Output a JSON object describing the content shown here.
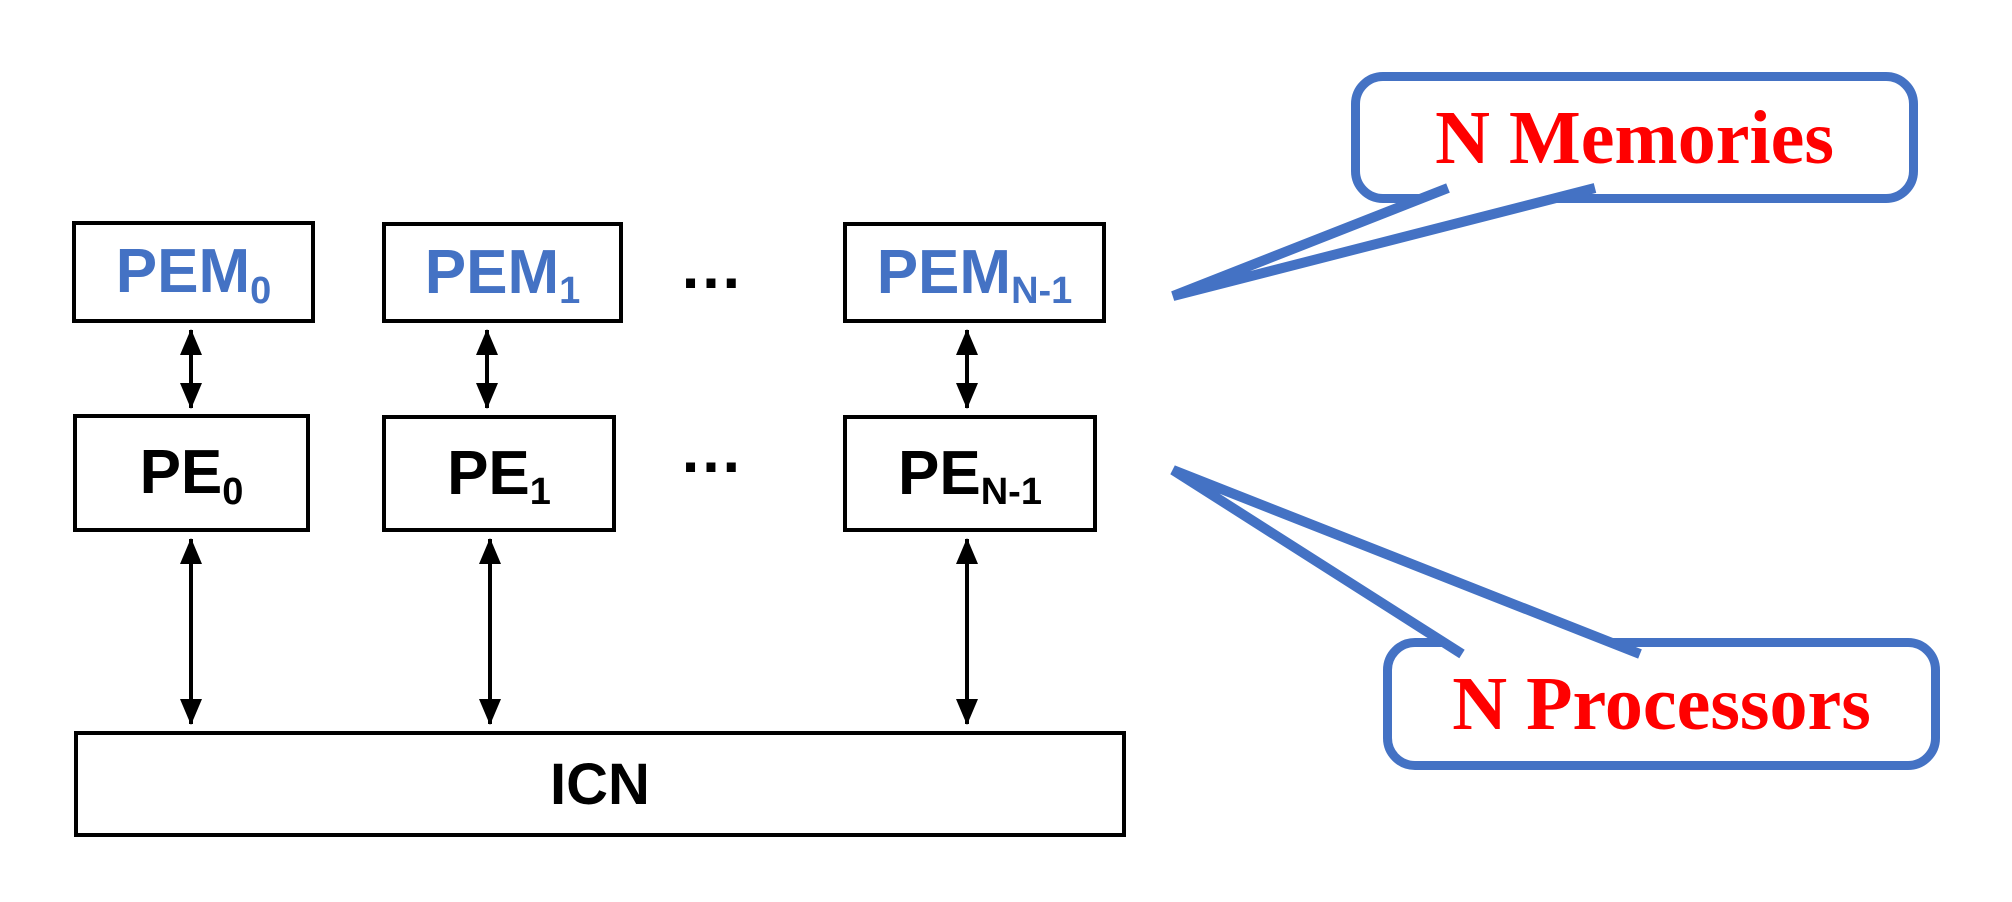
{
  "diagram": {
    "title_none": "",
    "boxes": {
      "pem0": {
        "main": "PEM",
        "sub": "0"
      },
      "pem1": {
        "main": "PEM",
        "sub": "1"
      },
      "pemN": {
        "main": "PEM",
        "sub": "N-1"
      },
      "pe0": {
        "main": "PE",
        "sub": "0"
      },
      "pe1": {
        "main": "PE",
        "sub": "1"
      },
      "peN": {
        "main": "PE",
        "sub": "N-1"
      },
      "icn": {
        "label": "ICN"
      }
    },
    "ellipsis": {
      "pem_row": "…",
      "pe_row": "…"
    },
    "callouts": {
      "memories": {
        "label": "N Memories"
      },
      "processors": {
        "label": "N Processors"
      }
    },
    "colors": {
      "node_text_blue": "#4472C4",
      "callout_border_blue": "#4472C4",
      "callout_text_red": "#FF0000",
      "line_black": "#000000",
      "background": "#FFFFFF"
    }
  }
}
